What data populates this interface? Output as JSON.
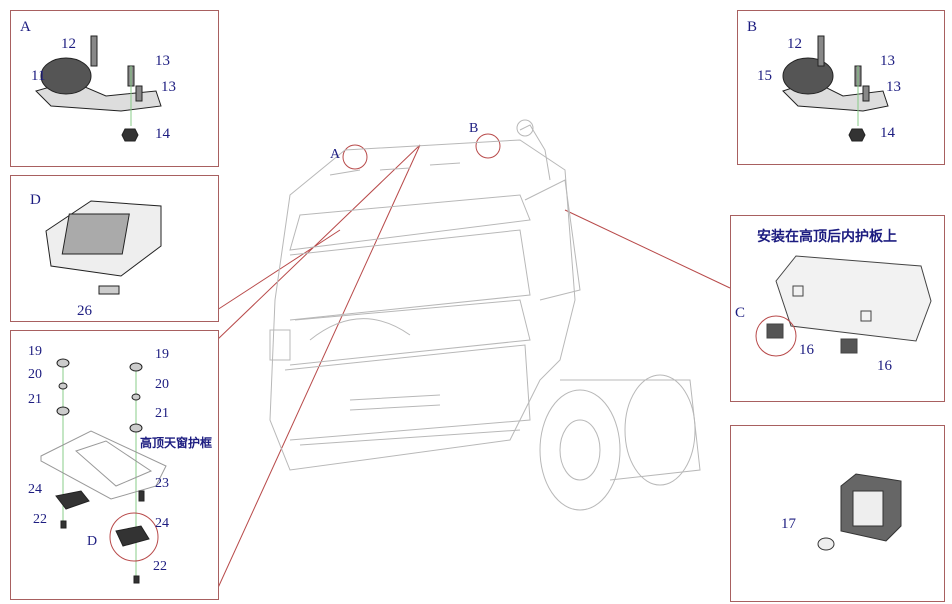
{
  "panels": {
    "a": {
      "letter": "A",
      "callouts": [
        "12",
        "13",
        "13",
        "11",
        "14"
      ]
    },
    "b": {
      "letter": "B",
      "callouts": [
        "12",
        "13",
        "15",
        "13",
        "14"
      ]
    },
    "d": {
      "letter": "D",
      "callouts": [
        "26"
      ]
    },
    "roof": {
      "callouts_left": [
        "19",
        "20",
        "21",
        "24",
        "22"
      ],
      "callouts_right": [
        "19",
        "20",
        "21",
        "23",
        "24",
        "22"
      ],
      "note": "高顶天窗护框",
      "detail_letter": "D"
    },
    "c": {
      "note": "安装在高顶后内护板上",
      "letter": "C",
      "callouts": [
        "16",
        "16"
      ]
    },
    "bulb": {
      "callouts": [
        "17"
      ]
    }
  },
  "truck": {
    "marker_a": "A",
    "marker_b": "B"
  },
  "colors": {
    "panel_border": "#a86060",
    "label": "#1c1c80",
    "truck_line": "#b8b8b8"
  }
}
